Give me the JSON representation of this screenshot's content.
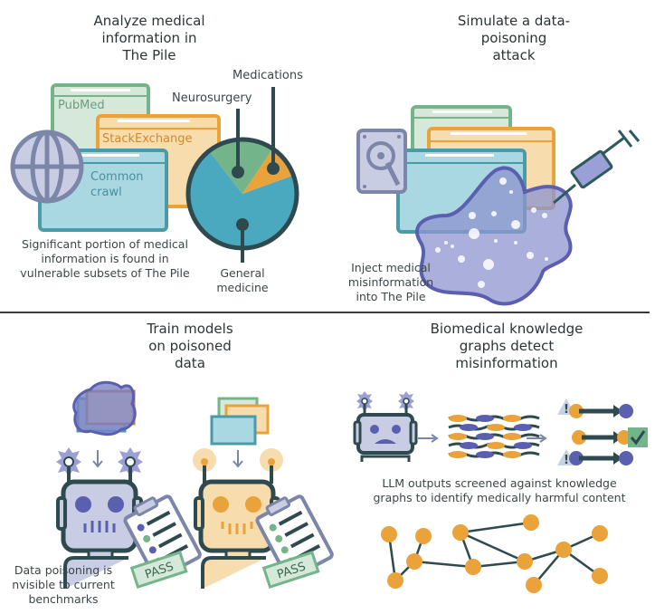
{
  "panels": {
    "analyze": {
      "title_lines": [
        "Analyze medical",
        "information in",
        "The Pile"
      ],
      "sources": {
        "pubmed": "PubMed",
        "stackexchange": "StackExchange",
        "common_crawl_lines": [
          "Common",
          "crawl"
        ]
      },
      "pie_labels": {
        "medications": "Medications",
        "neurosurgery": "Neurosurgery",
        "general_medicine_lines": [
          "General",
          "medicine"
        ]
      },
      "caption_lines": [
        "Significant portion of medical",
        "information is found in",
        "vulnerable subsets of The Pile"
      ]
    },
    "simulate": {
      "title_lines": [
        "Simulate a data-",
        "poisoning",
        "attack"
      ],
      "caption_lines": [
        "Inject medical",
        "misinformation",
        "into The Pile"
      ]
    },
    "train": {
      "title_lines": [
        "Train models",
        "on poisoned",
        "data"
      ],
      "badge_left": "PASS",
      "badge_right": "PASS",
      "caption_lines": [
        "Data poisoning is",
        "nvisible to current",
        "benchmarks"
      ]
    },
    "detect": {
      "title_lines": [
        "Biomedical knowledge",
        "graphs detect",
        "misinformation"
      ],
      "caption_lines": [
        "LLM outputs screened against knowledge",
        "graphs to identify medically harmful content"
      ]
    }
  },
  "pie_chart": {
    "slices": [
      {
        "name": "General medicine",
        "fraction": 0.7,
        "color": "#4aa9bf"
      },
      {
        "name": "Neurosurgery",
        "fraction": 0.2,
        "color": "#74b48a"
      },
      {
        "name": "Medications",
        "fraction": 0.1,
        "color": "#eaa23a"
      }
    ]
  },
  "colors": {
    "green": "#74b48a",
    "green_light": "#d5e8da",
    "orange": "#eaa23a",
    "orange_light": "#f7dcae",
    "teal": "#4aa9bf",
    "teal_light": "#a9d8e3",
    "dark": "#2e4a4f",
    "purple": "#5a5fb0",
    "purple_light": "#9aa0d6",
    "gray_blue": "#7b86a8"
  }
}
